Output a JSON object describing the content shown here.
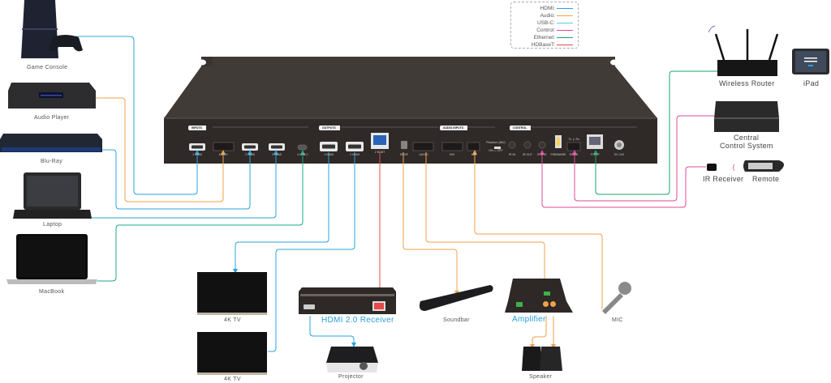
{
  "legend": {
    "items": [
      {
        "label": "HDMI:",
        "color": "#29a3dd"
      },
      {
        "label": "Audio:",
        "color": "#f0a14a"
      },
      {
        "label": "USB-C:",
        "color": "#5cc8d8"
      },
      {
        "label": "Control:",
        "color": "#e0489a"
      },
      {
        "label": "Ethernet:",
        "color": "#1aa36a"
      },
      {
        "label": "HDBaseT:",
        "color": "#e84848"
      }
    ]
  },
  "panel": {
    "sections": {
      "inputs": "INPUTS",
      "outputs": "OUTPUTS",
      "audio_inputs": "AUDIO INPUTS",
      "control": "CONTROL"
    },
    "ports": {
      "in_hdmi1": "1 HDMI",
      "in_audio": "AUDIO",
      "in_hdmi2": "2 HDMI",
      "in_hdmi3": "3 HDMI",
      "in_usbc": "4 USB-C",
      "out_hdmi1": "1 HDMI",
      "out_hdmi2": "2 HDMI",
      "out_hdbt": "2 HDBT",
      "spdif": "SPDIF",
      "out_audio": "AUDIO",
      "mix": "MIX",
      "mic": "MIC",
      "phantom": "Phantom (48V)",
      "phantom_switch": "ON ▭ OFF",
      "ir_in": "IR IN",
      "ir_out": "IR OUT",
      "ir_eye": "IR EYE",
      "firmware": "FIRMWARE",
      "rs232": "RS232",
      "rs232_pins": "Tx ⏚ Rx",
      "tcpip": "TCP/IP",
      "dc": "DC 24V"
    }
  },
  "devices": {
    "game_console": "Game Console",
    "audio_player": "Audio Player",
    "bluray": "Blu-Ray",
    "laptop": "Laptop",
    "macbook": "MacBook",
    "tv1": "4K TV",
    "tv2": "4K TV",
    "receiver": "HDMI 2.0 Receiver",
    "projector": "Projector",
    "soundbar": "Soundbar",
    "amplifier": "Amplifier",
    "speaker": "Speaker",
    "mic": "MIC",
    "router": "Wireless Router",
    "ipad": "iPad",
    "ccs_line1": "Central",
    "ccs_line2": "Control System",
    "ir_receiver": "IR Receiver",
    "remote": "Remote"
  }
}
